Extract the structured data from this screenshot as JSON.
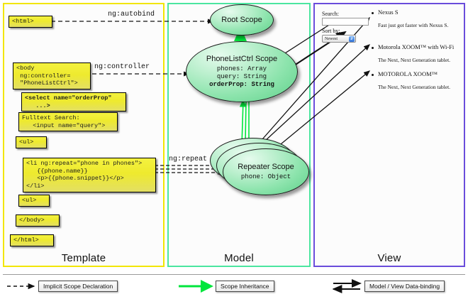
{
  "columns": [
    {
      "key": "template",
      "label": "Template",
      "accent": "#f2e600"
    },
    {
      "key": "model",
      "label": "Model",
      "accent": "#4ce6a0"
    },
    {
      "key": "view",
      "label": "View",
      "accent": "#6a4ddb"
    }
  ],
  "template": {
    "boxes": [
      {
        "name": "html-open-tag",
        "text": "<html>"
      },
      {
        "name": "body-controller-tag",
        "text": "<body\n ng:controller=\n \"PhoneListCtrl\">"
      },
      {
        "name": "select-orderprop-tag",
        "text": "<select name=\"orderProp\"\n   ...>"
      },
      {
        "name": "fulltext-search-input",
        "text": "Fulltext Search:\n   <input name=\"query\">"
      },
      {
        "name": "ul-open-tag",
        "text": "<ul>"
      },
      {
        "name": "li-ngrepeat-block",
        "text": "<li ng:repeat=\"phone in phones\">\n   {{phone.name}}\n   <p>{{phone.snippet}}</p>\n</li>"
      },
      {
        "name": "ul-close-tag",
        "text": "<ul>"
      },
      {
        "name": "body-close-tag",
        "text": "</body>"
      },
      {
        "name": "html-close-tag",
        "text": "</html>"
      }
    ]
  },
  "model": {
    "scopes": [
      {
        "name": "root-scope",
        "title": "Root\nScope",
        "props": ""
      },
      {
        "name": "phonelistctrl-scope",
        "title": "PhoneListCtrl\nScope",
        "props_plain": [
          "phones: Array",
          "query: String"
        ],
        "props_bold": [
          "orderProp: String"
        ]
      },
      {
        "name": "repeater-scope",
        "title": "Repeater\nScope",
        "props_plain": [
          "phone: Object"
        ]
      }
    ]
  },
  "edges": {
    "ng_autobind": "ng:autobind",
    "ng_controller": "ng:controller",
    "ng_repeat": "ng:repeat"
  },
  "view": {
    "search_label": "Search:",
    "search_value": "",
    "sort_label": "Sort by:",
    "sort_selected": "Newest",
    "phones": [
      {
        "name": "Nexus S",
        "snippet": "Fast just got faster with Nexus S."
      },
      {
        "name": "Motorola XOOM™ with Wi-Fi",
        "snippet": "The Next, Next Generation tablet."
      },
      {
        "name": "MOTOROLA XOOM™",
        "snippet": "The Next, Next Generation tablet."
      }
    ]
  },
  "legend": [
    {
      "name": "legend-implicit-scope-declaration",
      "label": "Implicit Scope Declaration",
      "style": "dashed-black"
    },
    {
      "name": "legend-scope-inheritance",
      "label": "Scope Inheritance",
      "style": "solid-green"
    },
    {
      "name": "legend-model-view-databinding",
      "label": "Model / View Data-binding",
      "style": "double-black"
    }
  ]
}
